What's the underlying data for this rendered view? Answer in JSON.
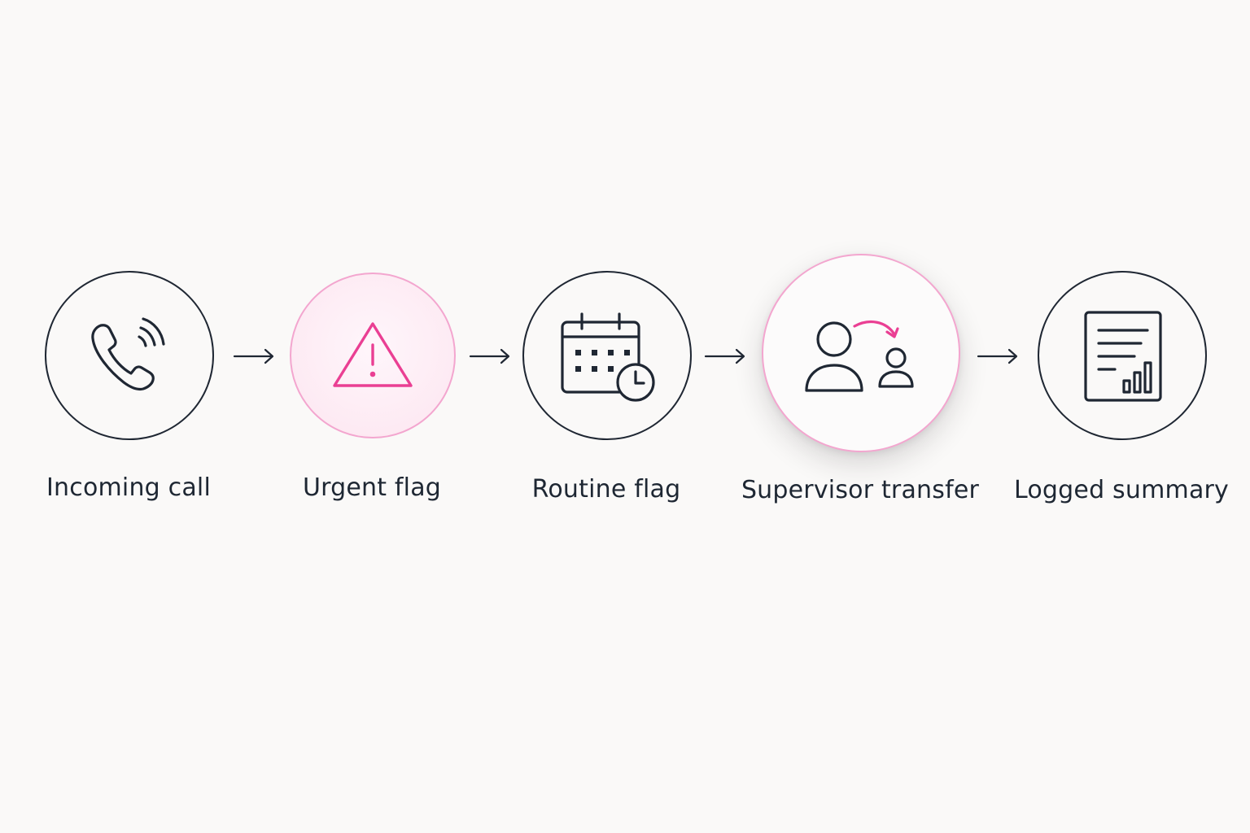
{
  "flow": {
    "steps": [
      {
        "label": "Incoming call",
        "icon": "phone-ringing-icon"
      },
      {
        "label": "Urgent flag",
        "icon": "warning-triangle-icon"
      },
      {
        "label": "Routine flag",
        "icon": "calendar-clock-icon"
      },
      {
        "label": "Supervisor transfer",
        "icon": "user-transfer-icon"
      },
      {
        "label": "Logged summary",
        "icon": "report-chart-icon"
      }
    ]
  },
  "colors": {
    "background": "#faf9f8",
    "ink": "#1f2733",
    "accent": "#ea3f93",
    "accent_soft": "#f3a6cf"
  }
}
